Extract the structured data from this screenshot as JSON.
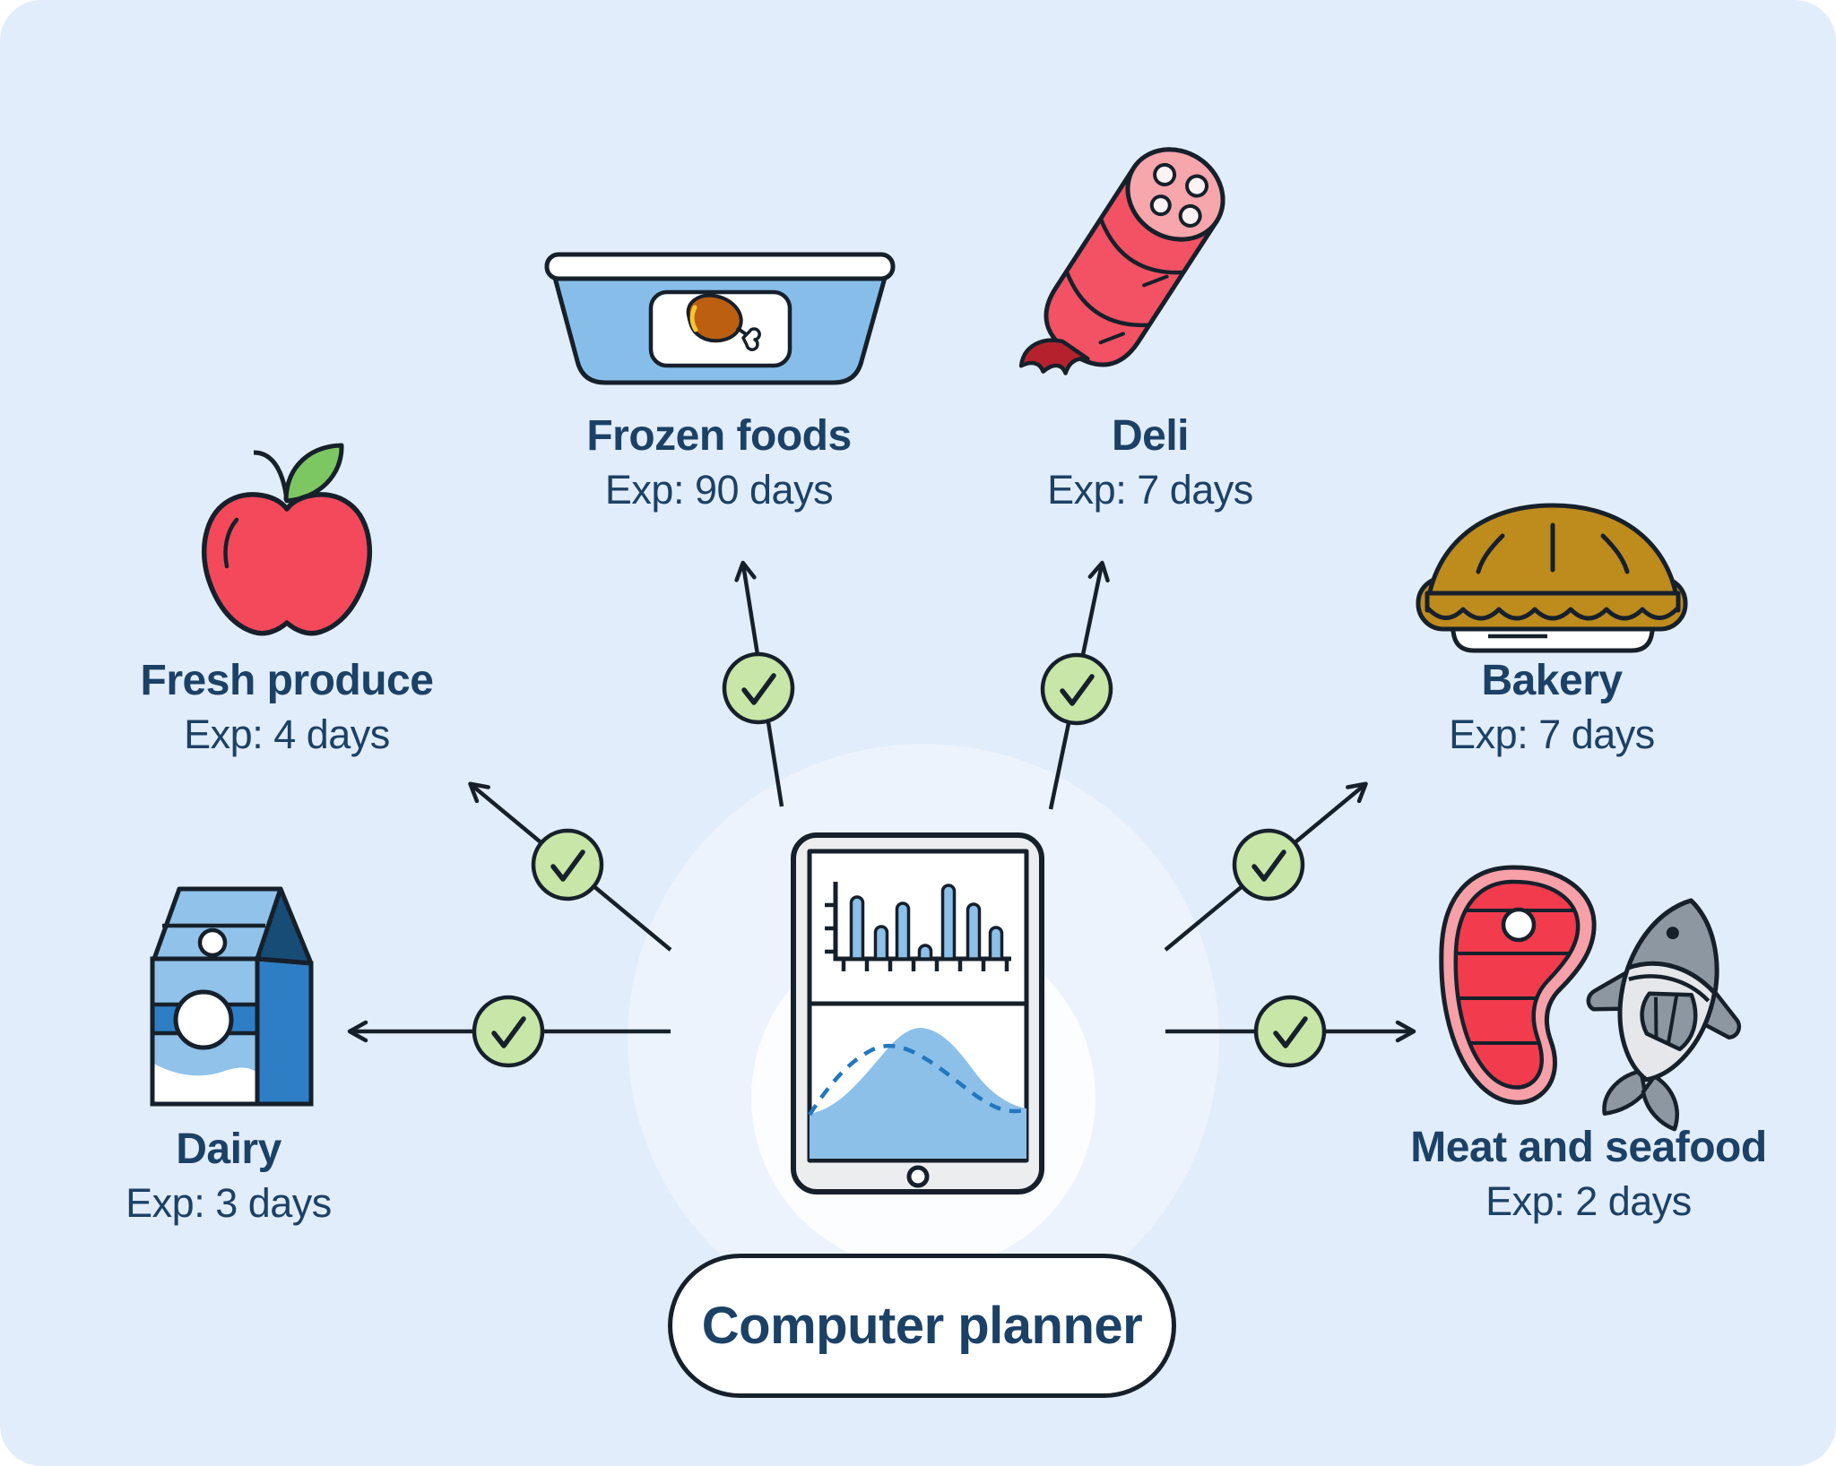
{
  "figure": {
    "badge_label": "Computer planner",
    "description": "Computer planner tablet sends checked arrows to six grocery categories with expiration windows"
  },
  "categories": [
    {
      "name": "Fresh produce",
      "exp": "Exp: 4 days",
      "icon": "apple-icon"
    },
    {
      "name": "Frozen foods",
      "exp": "Exp: 90 days",
      "icon": "frozen-container-icon"
    },
    {
      "name": "Deli",
      "exp": "Exp: 7 days",
      "icon": "salami-icon"
    },
    {
      "name": "Bakery",
      "exp": "Exp: 7 days",
      "icon": "pie-icon"
    },
    {
      "name": "Dairy",
      "exp": "Exp: 3 days",
      "icon": "milk-carton-icon"
    },
    {
      "name": "Meat and seafood",
      "exp": "Exp: 2 days",
      "icon": "steak-and-fish-icon"
    }
  ],
  "tablet": {
    "bar_chart": {
      "type": "bar",
      "values": [
        69,
        36,
        62,
        15,
        82,
        61,
        35
      ],
      "y_ticks": 3,
      "x_ticks": 8
    },
    "area_chart": {
      "type": "area",
      "description": "solid blue hill peaking mid-panel with dashed trend line peaking earlier then declining"
    }
  },
  "connectors": {
    "check_icon_count": 6,
    "style": "arrow with green check circle"
  },
  "colors": {
    "background": "#E2EDFB",
    "text_navy": "#1C4166",
    "outline": "#16202B",
    "check_green": "#C7E6A7",
    "icon_blue": "#87BEE9",
    "dashed_line_blue": "#2377BE",
    "apple_red": "#F4495B",
    "leaf_green": "#7DC763",
    "salami_red": "#F25263",
    "salami_pink": "#F7A6AC",
    "salami_tail_dark_red": "#B5222D",
    "steak_red": "#F23B4D",
    "steak_rim_pink": "#F7A0A8",
    "pie_gold": "#BE8B1D",
    "fish_light_gray": "#E5E7EA",
    "fish_dark_gray": "#8D97A1",
    "dairy_light_blue": "#90C2EA",
    "dairy_medium_blue": "#2E7EC5",
    "dairy_dark_navy": "#174C77",
    "tablet_gray": "#ECEDEF",
    "drumstick_brown": "#BC5F10"
  }
}
